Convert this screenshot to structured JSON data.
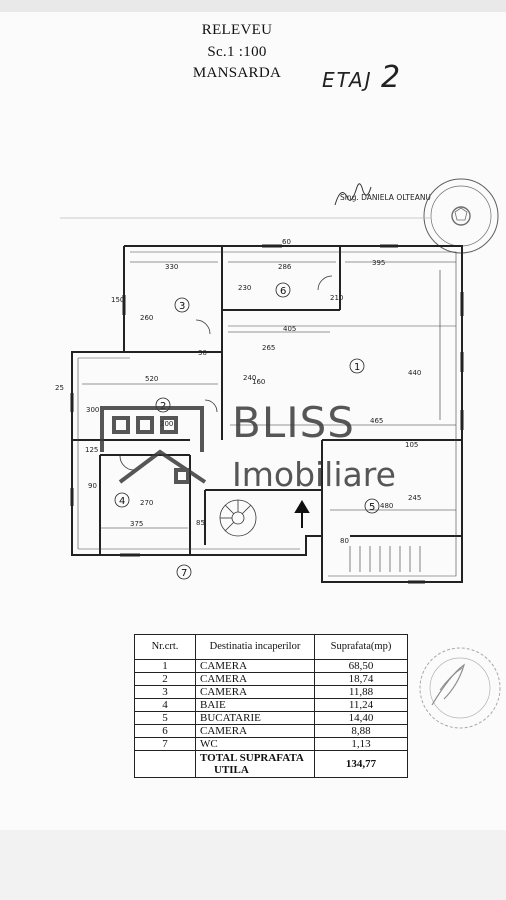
{
  "header": {
    "line1": "RELEVEU",
    "line2": "Sc.1 :100",
    "line3": "MANSARDA"
  },
  "handwritten": {
    "floor_word": "ETAJ",
    "floor_number": "2"
  },
  "signature": {
    "name": "Sing. DANIELA OLTEANU"
  },
  "watermark": {
    "brand": "BLISS",
    "subtitle": "Imobiliare"
  },
  "plan": {
    "room_numbers": [
      "1",
      "2",
      "3",
      "4",
      "5",
      "6",
      "7"
    ],
    "dimensions": [
      "330",
      "286",
      "395",
      "465",
      "520",
      "405",
      "375",
      "480",
      "265",
      "245",
      "260",
      "240",
      "200",
      "300",
      "230",
      "440",
      "160",
      "105",
      "150",
      "125",
      "270",
      "80",
      "90",
      "85",
      "60",
      "210",
      "25",
      "30"
    ]
  },
  "table": {
    "headers": {
      "nr": "Nr.crt.",
      "dest": "Destinatia incaperilor",
      "supr": "Suprafata(mp)"
    },
    "rows": [
      {
        "nr": "1",
        "dest": "CAMERA",
        "supr": "68,50"
      },
      {
        "nr": "2",
        "dest": "CAMERA",
        "supr": "18,74"
      },
      {
        "nr": "3",
        "dest": "CAMERA",
        "supr": "11,88"
      },
      {
        "nr": "4",
        "dest": "BAIE",
        "supr": "11,24"
      },
      {
        "nr": "5",
        "dest": "BUCATARIE",
        "supr": "14,40"
      },
      {
        "nr": "6",
        "dest": "CAMERA",
        "supr": "8,88"
      },
      {
        "nr": "7",
        "dest": "WC",
        "supr": "1,13"
      }
    ],
    "total": {
      "label_1": "TOTAL SUPRAFATA",
      "label_2": "UTILA",
      "value": "134,77"
    }
  }
}
